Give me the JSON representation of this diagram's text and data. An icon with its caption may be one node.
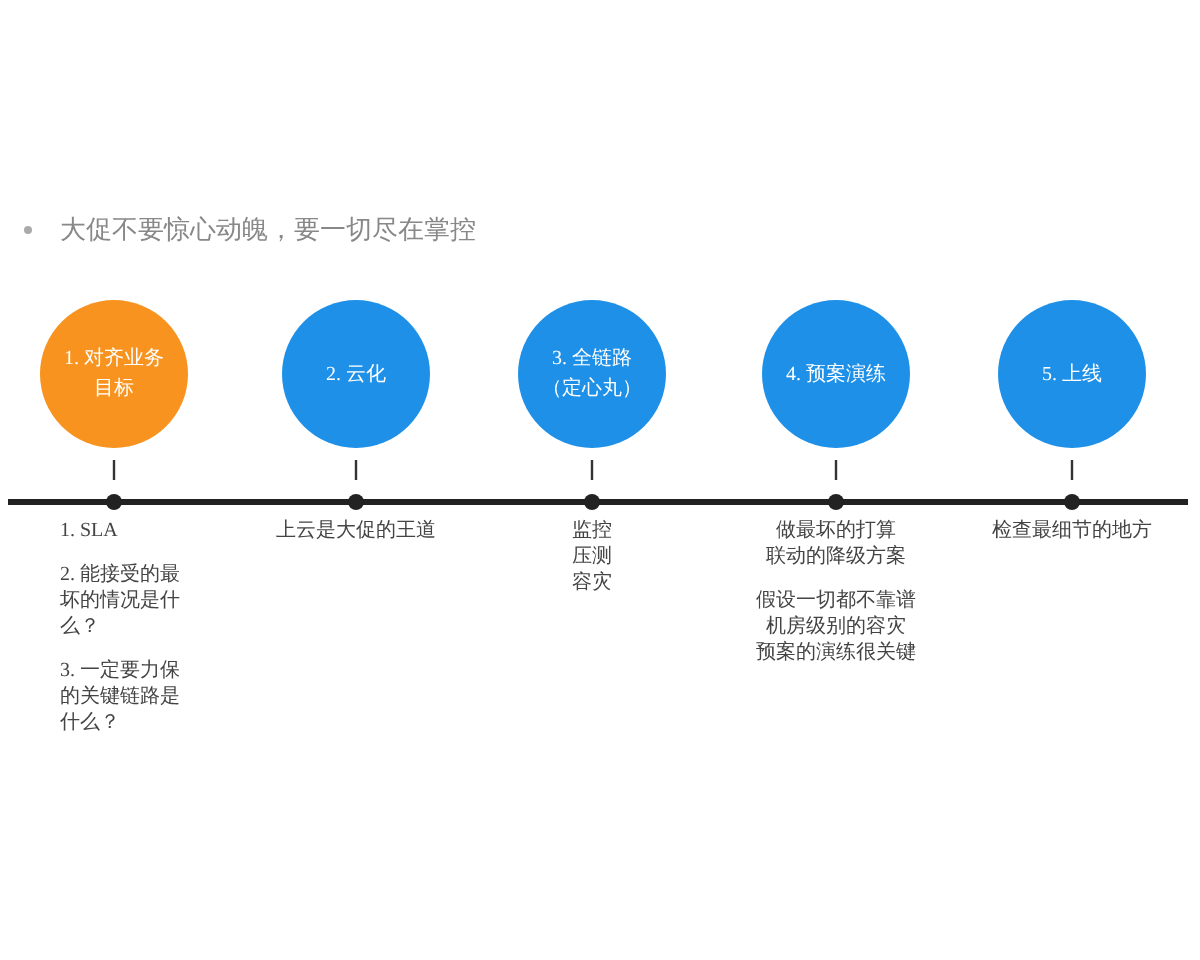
{
  "diagram": {
    "title": "大促不要惊心动魄，要一切尽在掌控",
    "nodes": [
      {
        "text": [
          "1. 对齐业务目标"
        ],
        "beside": [
          "1. SLA",
          "2. 能接受的最坏的情况是什么？",
          "3. 一定要力保的关键链路是什么？"
        ]
      },
      {
        "text": [
          "2. 云化"
        ],
        "beside": [
          "上云是大促的王道"
        ]
      },
      {
        "text": [
          "3. 全链路（定心丸）"
        ],
        "beside": [
          "监控",
          "压测",
          "容灾"
        ]
      },
      {
        "text": [
          "4. 预案演练"
        ],
        "beside": [
          "做最坏的打算",
          "联动的降级方案",
          "假设一切都不靠谱",
          "机房级别的容灾",
          "预案的演练很关键"
        ]
      },
      {
        "text": [
          "5. 上线"
        ],
        "beside": [
          "检查最细节的地方"
        ]
      }
    ],
    "edges": []
  }
}
